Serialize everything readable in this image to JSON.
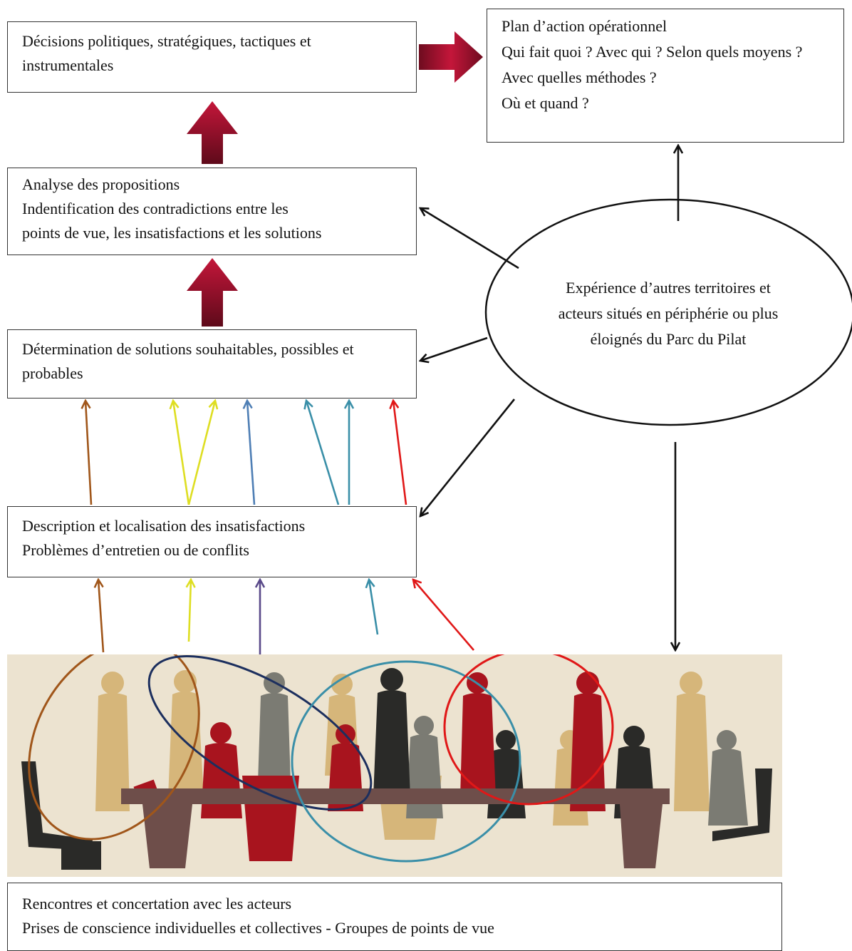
{
  "boxes": {
    "decisions": {
      "text": "Décisions politiques, stratégiques, tactiques et instrumentales"
    },
    "plan": {
      "line1": "Plan d’action opérationnel",
      "line2": "Qui fait quoi ? Avec qui ? Selon quels moyens ? Avec quelles méthodes ?",
      "line3": "Où et quand ?"
    },
    "analyse": {
      "line1": "Analyse des propositions",
      "line2": "Indentification des contradictions entre les",
      "line3": "points de vue, les insatisfactions et les solutions"
    },
    "determination": {
      "text": "Détermination de solutions souhaitables, possibles et probables"
    },
    "description": {
      "line1": "Description et localisation des insatisfactions",
      "line2": "Problèmes d’entretien ou de conflits"
    },
    "rencontres": {
      "line1": "Rencontres et concertation avec les acteurs",
      "line2": "Prises de conscience individuelles et collectives  - Groupes de points de vue"
    }
  },
  "ellipse": {
    "line1": "Expérience d’autres territoires et",
    "line2": "acteurs situés en périphérie ou plus",
    "line3": "éloignés du Parc du Pilat"
  },
  "colors": {
    "thick_arrow": "#9e1230",
    "brown": "#a0561a",
    "yellow": "#dede22",
    "blue": "#4f7fb5",
    "teal": "#3a8fa8",
    "red": "#e01818",
    "navy": "#1c2f5e",
    "purple": "#5a4a8a",
    "scene_bg": "#ece3d0",
    "silhouette_tan": "#d6b67a",
    "silhouette_red": "#a8141e",
    "silhouette_grey": "#7b7b73",
    "silhouette_dark": "#2a2a28"
  }
}
